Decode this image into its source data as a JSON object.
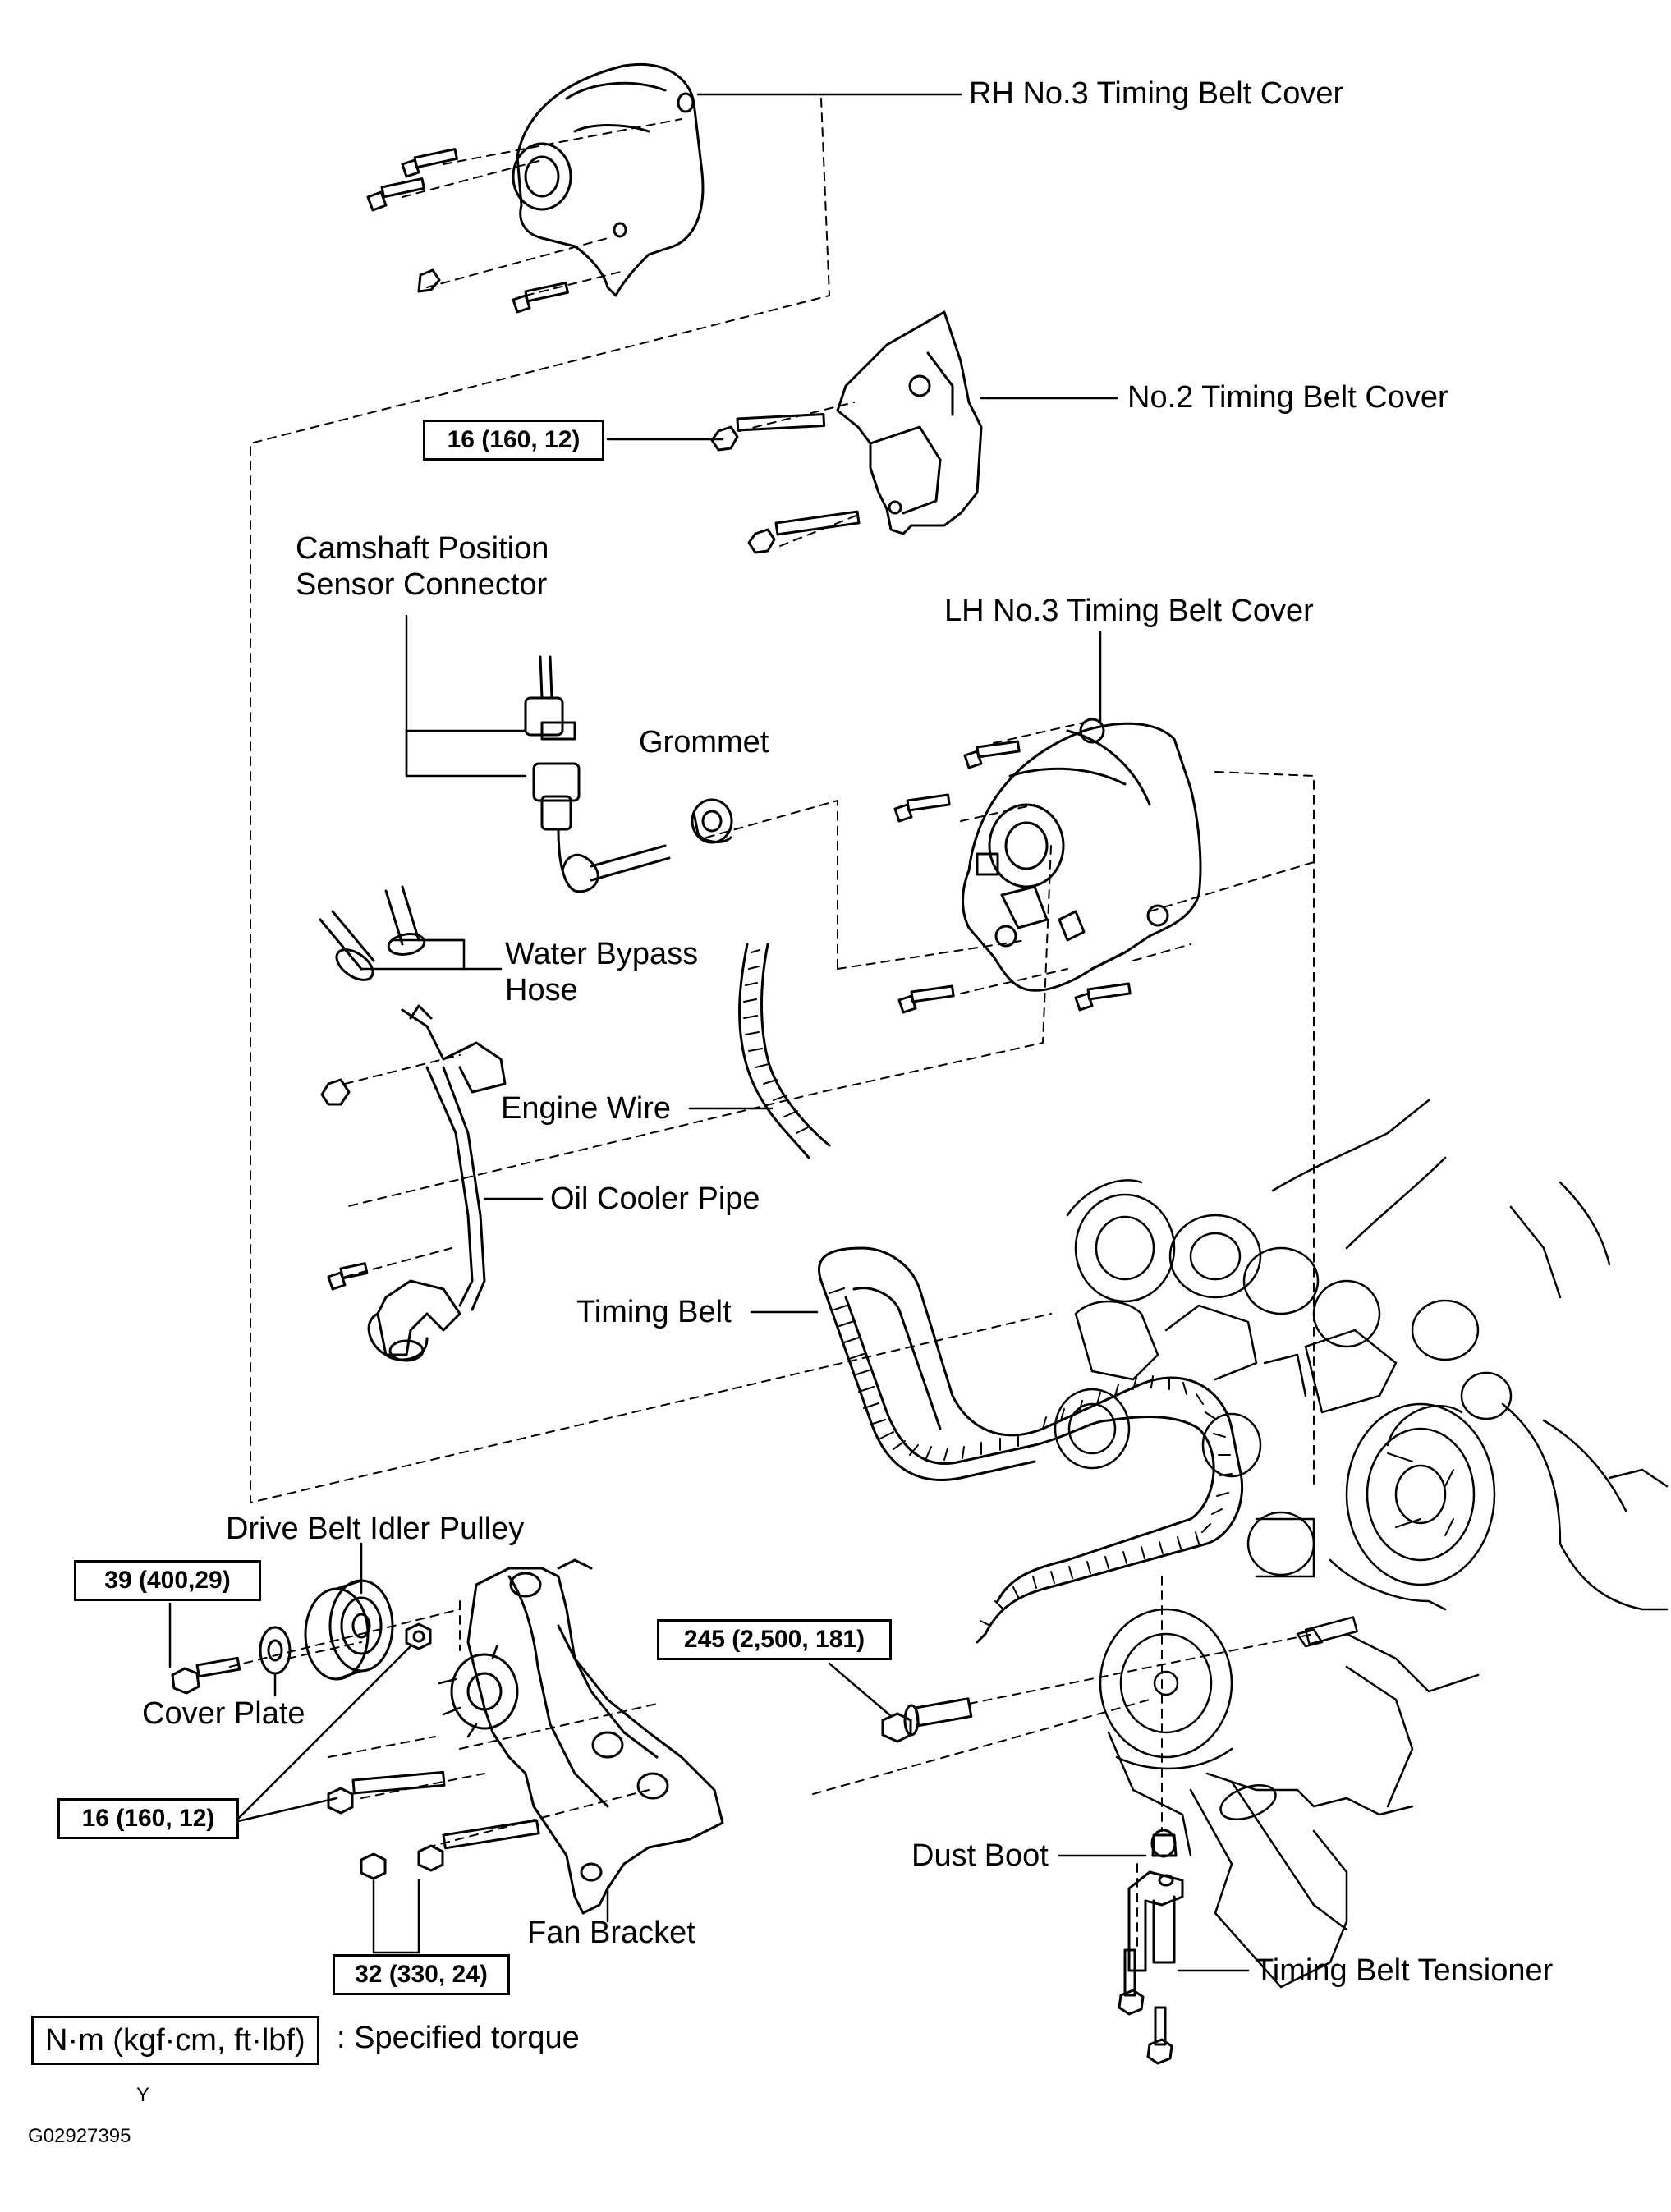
{
  "labels": {
    "rh_cover": "RH No.3 Timing Belt Cover",
    "no2_cover": "No.2 Timing Belt Cover",
    "cam_sensor": "Camshaft Position\nSensor Connector",
    "lh_cover": "LH No.3 Timing Belt Cover",
    "grommet": "Grommet",
    "water_bypass": "Water Bypass\nHose",
    "engine_wire": "Engine Wire",
    "oil_cooler": "Oil Cooler Pipe",
    "timing_belt": "Timing Belt",
    "idler_pulley": "Drive Belt Idler Pulley",
    "cover_plate": "Cover Plate",
    "fan_bracket": "Fan Bracket",
    "dust_boot": "Dust Boot",
    "tensioner": "Timing Belt Tensioner"
  },
  "torques": {
    "t1": "16 (160, 12)",
    "t2": "39 (400,29)",
    "t3": "245 (2,500, 181)",
    "t4": "16 (160, 12)",
    "t5": "32 (330, 24)"
  },
  "legend": {
    "units": "N·m (kgf·cm, ft·lbf)",
    "meaning": ": Specified torque"
  },
  "footer": {
    "mark": "Y",
    "figure_id": "G02927395"
  }
}
